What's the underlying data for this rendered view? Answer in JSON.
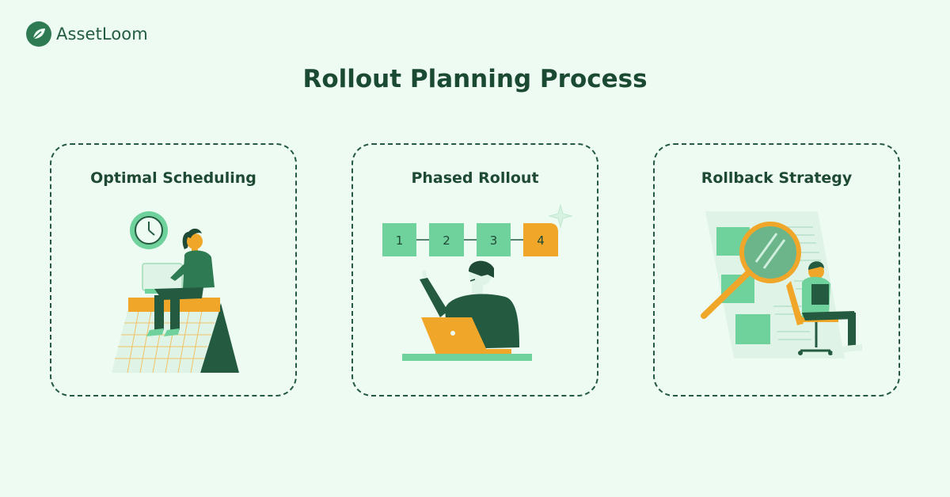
{
  "brand": {
    "name": "AssetLoom"
  },
  "title": "Rollout Planning Process",
  "cards": [
    {
      "title": "Optimal Scheduling",
      "illustration": "person-on-calendar-with-clock-icon"
    },
    {
      "title": "Phased Rollout",
      "illustration": "person-at-laptop-with-steps-icon",
      "steps": [
        "1",
        "2",
        "3",
        "4"
      ],
      "active_step": "4"
    },
    {
      "title": "Rollback Strategy",
      "illustration": "magnifier-document-person-icon"
    }
  ],
  "colors": {
    "background": "#eefbf3",
    "primary_dark": "#245a40",
    "accent_green": "#6fd19c",
    "accent_orange": "#f0a629"
  }
}
